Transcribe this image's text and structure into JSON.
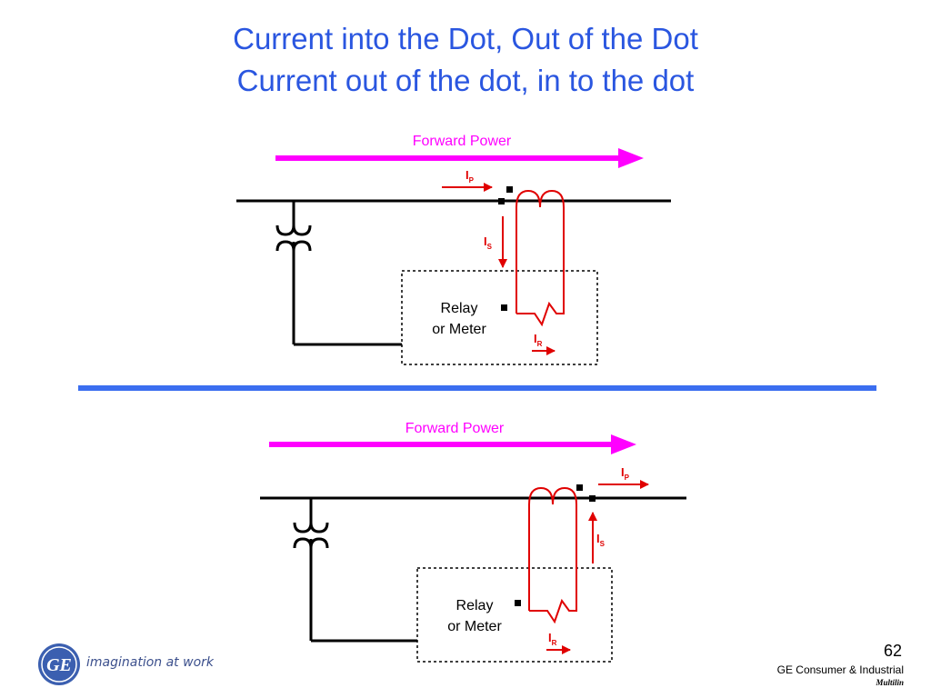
{
  "title": {
    "line1": "Current into the Dot, Out of the Dot",
    "line2": "Current out of the dot, in to the dot"
  },
  "diagram_top": {
    "forward_power": "Forward Power",
    "relay_line1": "Relay",
    "relay_line2": "or Meter",
    "ip": "I",
    "ip_sub": "P",
    "is": "I",
    "is_sub": "S",
    "ir": "I",
    "ir_sub": "R"
  },
  "diagram_bottom": {
    "forward_power": "Forward Power",
    "relay_line1": "Relay",
    "relay_line2": "or Meter",
    "ip": "I",
    "ip_sub": "P",
    "is": "I",
    "is_sub": "S",
    "ir": "I",
    "ir_sub": "R"
  },
  "footer": {
    "page_number": "62",
    "company": "GE Consumer & Industrial",
    "division": "Multilin",
    "tagline": "imagination at work",
    "logo_text": "GE"
  },
  "colors": {
    "title": "#2a56e0",
    "forward_power": "#ff00ff",
    "current": "#e00000",
    "divider": "#3b6ef0"
  }
}
